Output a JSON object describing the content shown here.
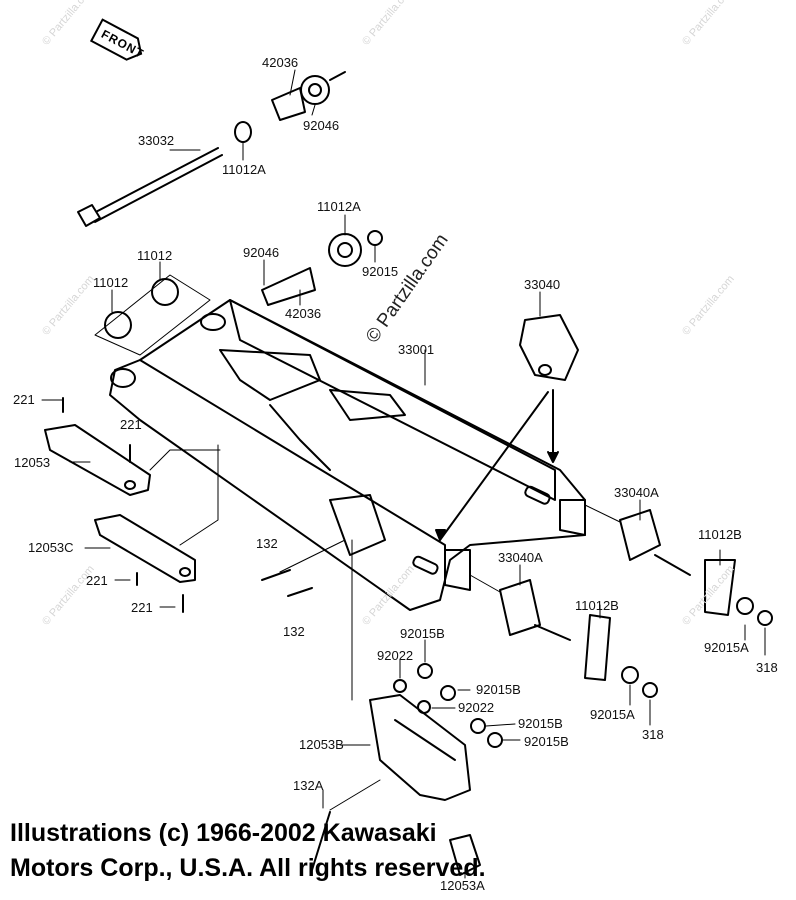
{
  "front_label": "FRONT",
  "watermark": "© Partzilla.com",
  "copyright": {
    "line1": "Illustrations (c) 1966-2002 Kawasaki",
    "line2": "Motors Corp., U.S.A.  All rights reserved."
  },
  "parts": {
    "p42036_top": "42036",
    "p92046_top": "92046",
    "p33032": "33032",
    "p11012A_top": "11012A",
    "p11012A_mid": "11012A",
    "p92046_mid": "92046",
    "p92015": "92015",
    "p42036_mid": "42036",
    "p11012_a": "11012",
    "p11012_b": "11012",
    "p33040": "33040",
    "p33001": "33001",
    "p221_a": "221",
    "p221_b": "221",
    "p12053": "12053",
    "p12053C": "12053C",
    "p221_c": "221",
    "p221_d": "221",
    "p33040A_right": "33040A",
    "p11012B_right": "11012B",
    "p132_a": "132",
    "p132_b": "132",
    "p33040A_mid": "33040A",
    "p11012B_mid": "11012B",
    "p92015A_right": "92015A",
    "p318_right": "318",
    "p92015B_a": "92015B",
    "p92022_a": "92022",
    "p92015B_b": "92015B",
    "p92022_b": "92022",
    "p92015B_c": "92015B",
    "p92015B_d": "92015B",
    "p92015A_mid": "92015A",
    "p318_mid": "318",
    "p12053B": "12053B",
    "p132A": "132A",
    "p12053A": "12053A"
  }
}
